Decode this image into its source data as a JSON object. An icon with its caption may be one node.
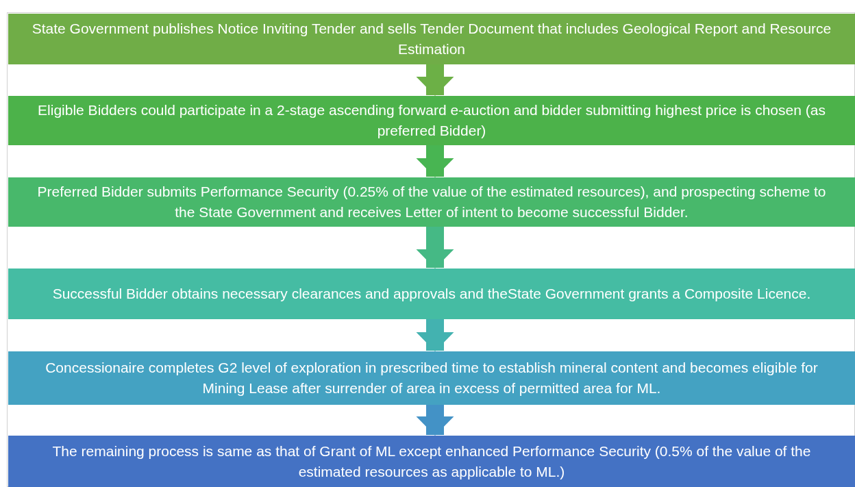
{
  "diagram": {
    "nodes": [
      {
        "text": [
          "State Government publishes Notice Inviting Tender and sells Tender Document that includes Geological Report and Resource Estimation"
        ]
      },
      {
        "text": [
          "Eligible Bidders could participate in a 2-stage ascending forward e-auction and bidder submitting highest price is chosen (as preferred Bidder)"
        ]
      },
      {
        "text": [
          "Preferred Bidder submits Performance Security (0.25% of the value of the estimated resources), and prospecting scheme to the State Government and receives Letter of intent to become successful Bidder."
        ]
      },
      {
        "text": [
          "Successful Bidder obtains necessary clearances and approvals and theState Government grants a Composite Licence."
        ]
      },
      {
        "text": [
          "Concessionaire completes G2 level of exploration in  prescribed time to establish mineral content and becomes eligible for Mining Lease after surrender of area in excess of permitted area for ML."
        ]
      },
      {
        "text": [
          "The remaining process is same as that of Grant of ML except enhanced Performance Security (0.5% of the value of the estimated  resources as applicable to ML.)"
        ]
      }
    ],
    "edges": [
      {
        "from": 0,
        "to": 1,
        "arrow": "to",
        "color": "#6cb046"
      },
      {
        "from": 1,
        "to": 2,
        "arrow": "to",
        "color": "#48b552"
      },
      {
        "from": 2,
        "to": 3,
        "arrow": "to",
        "color": "#45b985"
      },
      {
        "from": 3,
        "to": 4,
        "arrow": "to",
        "color": "#43b2b0"
      },
      {
        "from": 4,
        "to": 5,
        "arrow": "to",
        "color": "#4392c6"
      }
    ]
  }
}
